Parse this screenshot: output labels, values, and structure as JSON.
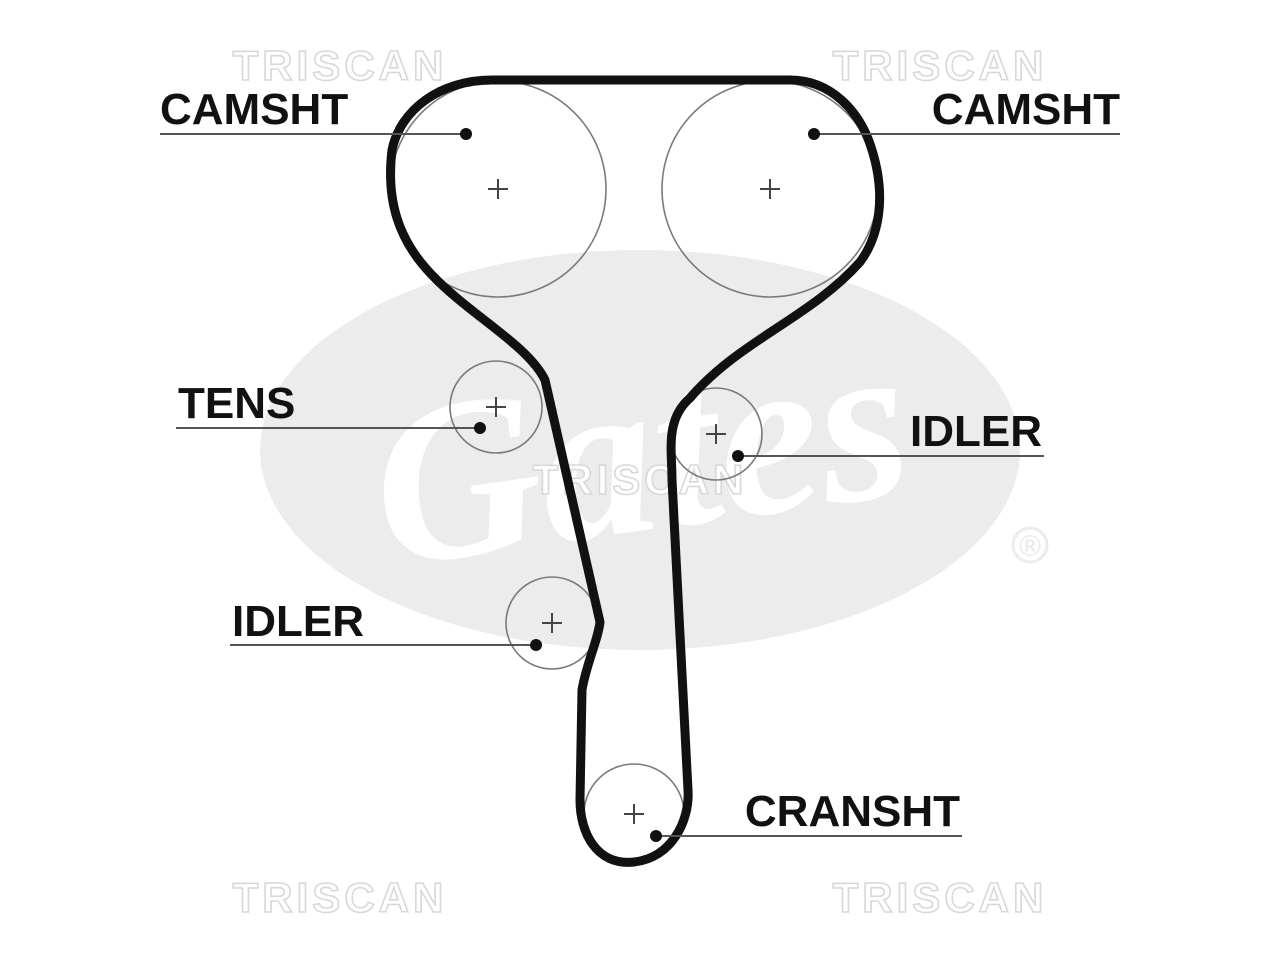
{
  "watermarks": {
    "top_left": "TRISCAN",
    "top_right": "TRISCAN",
    "center": "TRISCAN",
    "bottom_left": "TRISCAN",
    "bottom_right": "TRISCAN"
  },
  "brand_logo": {
    "text": "Gates",
    "registered_mark": "®",
    "color": "#ececec"
  },
  "labels": {
    "camshaft_left": "CAMSHT",
    "camshaft_right": "CAMSHT",
    "tensioner": "TENS",
    "idler_right": "IDLER",
    "idler_left": "IDLER",
    "crankshaft": "CRANSHT"
  },
  "colors": {
    "belt": "#111111",
    "text": "#111111",
    "pulley_outline": "#7a7a7a",
    "watermark_outline": "#d8d8d8"
  }
}
